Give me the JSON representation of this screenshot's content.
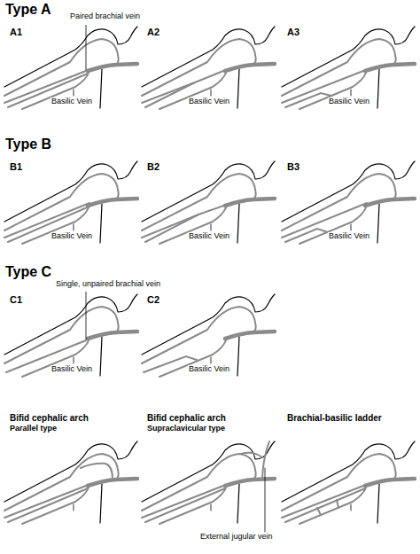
{
  "diagram": {
    "labels": [
      "Type A",
      "A1",
      "Paired brachial vein",
      "Basilic Vein",
      "A2",
      "Basilic Vein",
      "A3",
      "Basilic Vein",
      "Type B",
      "B1",
      "Basilic Vein",
      "B2",
      "Basilic Vein",
      "B3",
      "Basilic Vein",
      "Type C",
      "Single, unpaired brachial vein",
      "C1",
      "Basilic Vein",
      "C2",
      "Basilic Vein",
      "Bifid cephalic arch",
      "Parallel type",
      "Bifid cephalic arch",
      "Supraclavicular type",
      "External jugular vein",
      "Brachial-basilic ladder"
    ]
  }
}
